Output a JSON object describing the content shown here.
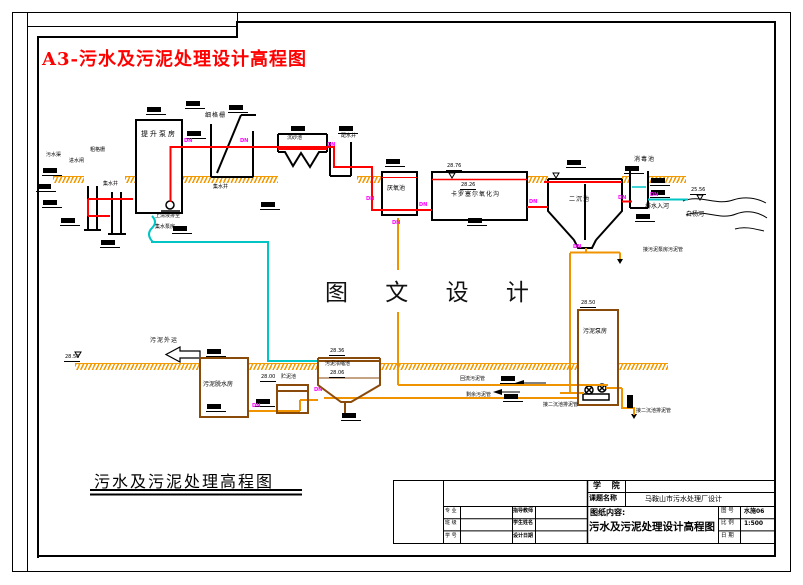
{
  "title": "A3-污水及污泥处理设计高程图",
  "watermark": "图 文 设 计",
  "heading": "污水及污泥处理高程图",
  "pipe_marker": "DN",
  "colors": {
    "red": "#ff0000",
    "cyan": "#00c5c5",
    "orange": "#ef9400",
    "brown": "#8a4a0a",
    "magenta": "#ff00ff",
    "hatch": "#f29a00",
    "title_red": "#ff0000"
  },
  "sewage": {
    "sewer_channel": "污水渠",
    "inlet_gate": "进水闸",
    "coarse_screen": "粗格栅",
    "collect_well_1": "集水井",
    "lift_pump_house": "提升泵房",
    "fine_screen": "细格栅",
    "collect_well_2": "集水井",
    "grit_tank": "沉砂池",
    "dist_well": "配水井",
    "anaerobic_tank": "厌氧池",
    "oxidation_ditch": "卡罗塞尔氧化沟",
    "secondary_clarifier": "二沉池",
    "disinfection_tank": "消毒池",
    "outfall": "排水入河",
    "river": "白杨河",
    "supernatant_line1": "上清液排至",
    "supernatant_line2": "集水泵房",
    "to_sludge_pump_pipe": "接污泥泵房污泥管"
  },
  "sludge": {
    "haul_away": "污泥外运",
    "dewatering_house": "污泥脱水房",
    "storage_tank": "贮泥池",
    "thickener": "污泥浓缩池",
    "sludge_pump_house": "污泥泵房",
    "return_sludge_pipe": "回流污泥管",
    "excess_sludge_pipe": "剩余污泥管",
    "to_clarifier_pipe_1": "接二沉池排泥管",
    "to_clarifier_pipe_2": "接二沉池排泥管"
  },
  "elevations": {
    "e1": "28.76",
    "e2": "28.26",
    "e3": "25.56",
    "e4": "28.50",
    "e5": "28.36",
    "e6": "28.06",
    "e7": "28.00",
    "e8": "28.50"
  },
  "titleblock": {
    "school_label": "学 院",
    "project_label": "课题名称",
    "project_value": "马鞍山市污水处理厂设计",
    "content_label": "图纸内容:",
    "content_value": "污水及污泥处理设计高程图",
    "col1_row1": "专 业",
    "col1_row2": "班 级",
    "col1_row3": "学 号",
    "col2_row1": "指导教师",
    "col2_row2": "学生姓名",
    "col2_row3": "设计日期",
    "fig_no_label": "图 号",
    "fig_no_value": "水施06",
    "scale_label": "比 例",
    "scale_value": "1:500",
    "date_label": "日 期",
    "date_value": ""
  }
}
